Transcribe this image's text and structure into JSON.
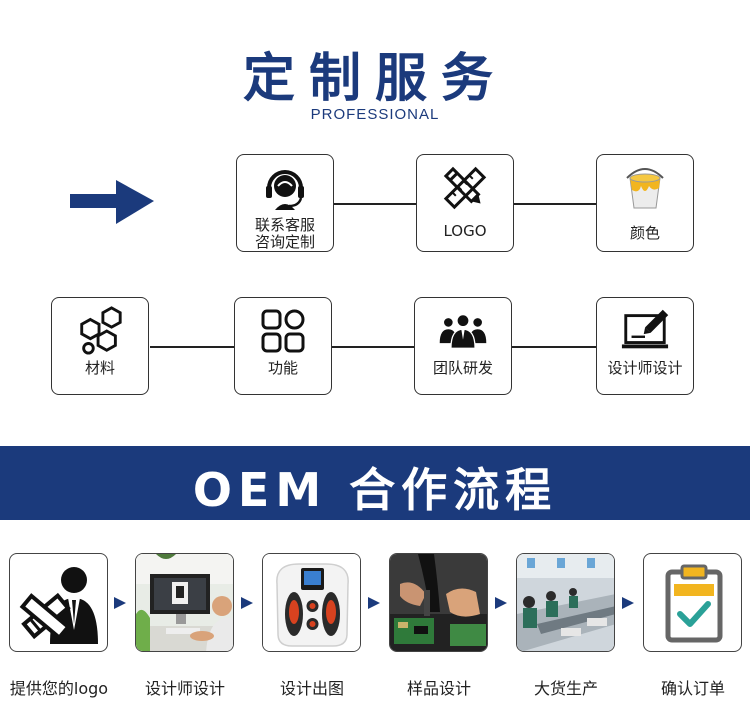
{
  "header": {
    "title": "定制服务",
    "subtitle": "PROFESSIONAL"
  },
  "services": [
    {
      "label": "联系客服\n咨询定制",
      "icon": "headset-icon"
    },
    {
      "label": "LOGO",
      "icon": "pencil-ruler-icon"
    },
    {
      "label": "颜色",
      "icon": "paint-bucket-icon"
    },
    {
      "label": "材料",
      "icon": "hexagons-icon"
    },
    {
      "label": "功能",
      "icon": "grid-icon"
    },
    {
      "label": "团队研发",
      "icon": "team-icon"
    },
    {
      "label": "设计师设计",
      "icon": "laptop-edit-icon"
    }
  ],
  "banner": {
    "title": "OEM 合作流程"
  },
  "process": [
    {
      "label": "提供您的logo",
      "icon": "businessman-pencil-icon"
    },
    {
      "label": "设计师设计",
      "icon": "designer-photo"
    },
    {
      "label": "设计出图",
      "icon": "foot-massager-photo"
    },
    {
      "label": "样品设计",
      "icon": "circuit-board-photo"
    },
    {
      "label": "大货生产",
      "icon": "factory-line-photo"
    },
    {
      "label": "确认订单",
      "icon": "clipboard-check-icon"
    }
  ],
  "colors": {
    "brand": "#1b3a7c",
    "accent": "#f2b51f",
    "check": "#2aa198"
  }
}
